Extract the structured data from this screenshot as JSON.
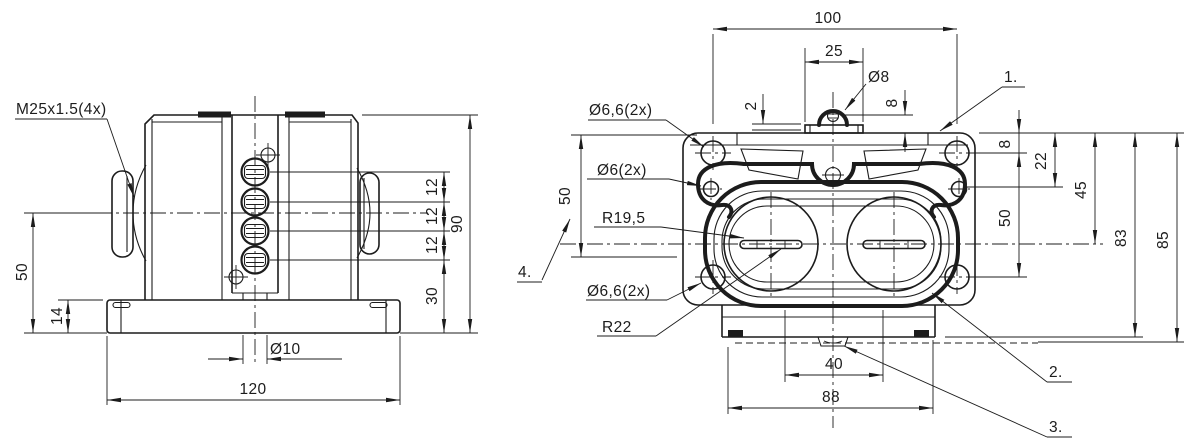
{
  "drawing": {
    "colors": {
      "line": "#1c1c1c",
      "background": "#ffffff"
    },
    "left_view": {
      "thread_label": "M25x1.5(4x)",
      "dim_gland_height": "50",
      "dim_base_thickness": "14",
      "terminal_pitch": [
        "12",
        "12",
        "12"
      ],
      "dim_terminal_to_base": "30",
      "dim_total_height": "90",
      "dim_stem_dia": "Ø10",
      "dim_total_width": "120"
    },
    "right_view": {
      "dim_hole_spacing_h": "100",
      "dim_tab_width": "25",
      "dim_dome_dia": "Ø8",
      "dim_tab_thickness": "2",
      "dim_dome_offset": "8",
      "label_holes_top": "Ø6,6(2x)",
      "label_holes_side": "Ø6(2x)",
      "label_radius_inner": "R19,5",
      "dim_cover_height": "50",
      "label_holes_bottom": "Ø6,6(2x)",
      "label_radius_outer": "R22",
      "dim_edge_to_hole": "8",
      "dim_edge_to_side_hole": "22",
      "dim_edge_to_center": "45",
      "dim_hole_spacing_v": "50",
      "dim_edge_to_base": "83",
      "dim_total_height": "85",
      "dim_slot_width": "40",
      "dim_base_width": "88",
      "callouts": {
        "c1": "1.",
        "c2": "2.",
        "c3": "3.",
        "c4": "4."
      }
    }
  }
}
